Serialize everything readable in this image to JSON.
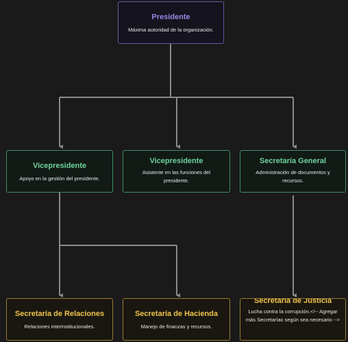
{
  "colors": {
    "president": "#9d86e8",
    "vice": "#6fd39c",
    "secretary": "#f0c44c",
    "connector": "#8a8a8a",
    "background": "#1a1a1a"
  },
  "nodes": {
    "presidente": {
      "title": "Presidente",
      "desc": "Máxima autoridad de la organización."
    },
    "vice1": {
      "title": "Vicepresidente",
      "desc": "Apoyo en la gestión del presidente."
    },
    "vice2": {
      "title": "Vicepresidente",
      "desc": "Asistente en las funciones del presidente."
    },
    "secgeneral": {
      "title": "Secretaría General",
      "desc": "Administración de documentos y recursos."
    },
    "relaciones": {
      "title": "Secretaría de Relaciones",
      "desc": "Relaciones interinstitucionales."
    },
    "hacienda": {
      "title": "Secretaría de Hacienda",
      "desc": "Manejo de finanzas y recursos."
    },
    "justicia": {
      "title": "Secretaría de Justicia",
      "desc": "Lucha contra la corrupción.<!-- Agregar más Secretarías según sea necesario -->"
    }
  }
}
